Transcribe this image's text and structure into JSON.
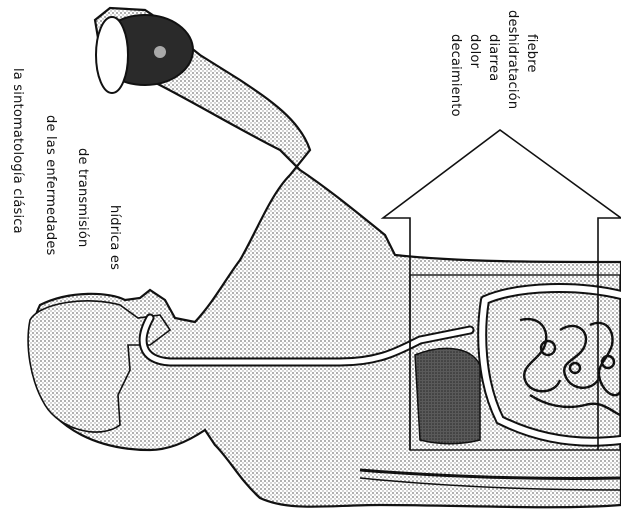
{
  "caption": {
    "lines": [
      "la sintomatología clásica",
      "de las enfermedades",
      "de transmisión",
      "hídrica es"
    ]
  },
  "symptoms": {
    "items": [
      "decaimiento",
      "dolor",
      "diarrea",
      "deshidratación",
      "fiebre"
    ]
  },
  "colors": {
    "ink": "#111111",
    "stipple": "#8a8a8a",
    "dark_fill": "#3a3a3a",
    "paper": "#ffffff"
  }
}
